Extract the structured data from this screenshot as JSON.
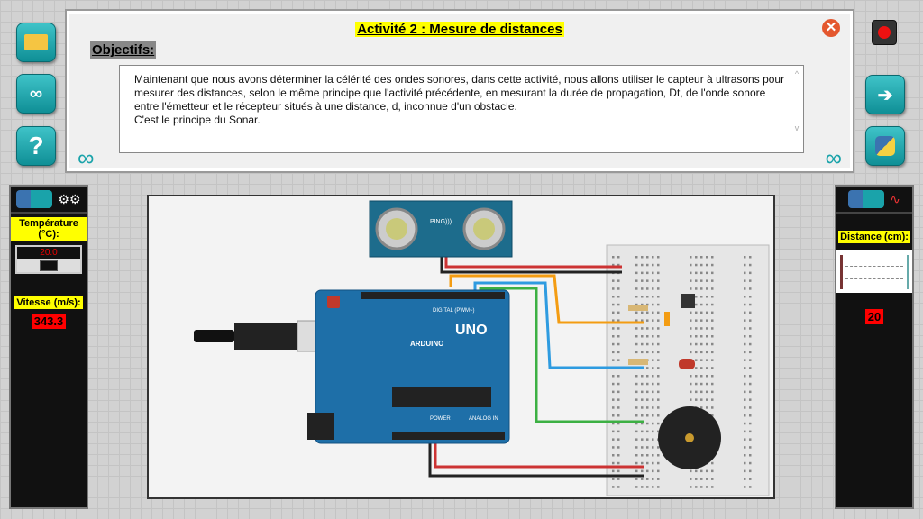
{
  "activity": {
    "title": "Activité 2 : Mesure de distances",
    "objectives_label": "Objectifs:",
    "text": [
      "Maintenant que nous avons déterminer la célérité des ondes sonores, dans cette activité, nous allons utiliser le capteur à ultrasons pour mesurer des distances, selon le même principe que l'activité précédente, en mesurant la durée de propagation, Dt, de l'onde sonore entre l'émetteur et le récepteur situés à une distance, d, inconnue d'un obstacle.",
      "C'est le principe du Sonar."
    ]
  },
  "left_panel": {
    "temperature_label": "Température (°C):",
    "temperature_value": "20.0",
    "temperature_slider": 0.5,
    "speed_label": "Vitesse (m/s):",
    "speed_value": "343.3"
  },
  "right_panel": {
    "distance_label": "Distance (cm):",
    "distance_value": "20"
  },
  "buttons": {
    "help": "?"
  },
  "circuit": {
    "sensor_label": "PING)))",
    "board_label": "UNO",
    "board_brand": "ARDUINO",
    "digital_label": "DIGITAL (PWM~)",
    "power_label": "POWER",
    "analog_label": "ANALOG IN"
  },
  "colors": {
    "accent": "#1aa3aa",
    "highlight": "#ffff00",
    "value_bg": "#ff0000"
  }
}
